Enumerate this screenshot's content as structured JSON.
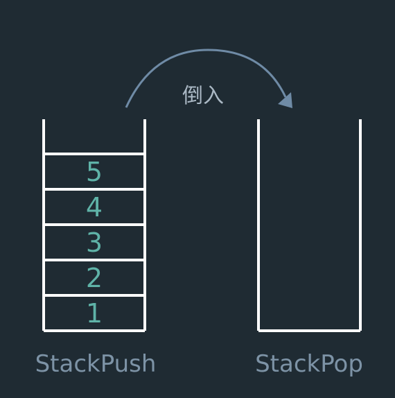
{
  "labels": {
    "push_stack": "StackPush",
    "pop_stack": "StackPop",
    "transfer": "倒入"
  },
  "push_stack_items": [
    "5",
    "4",
    "3",
    "2",
    "1"
  ],
  "pop_stack_items": [],
  "colors": {
    "background": "#1f2b33",
    "lines": "#ffffff",
    "numbers": "#5fb3a8",
    "captions": "#7d93a6",
    "arrow": "#6f8ba6"
  },
  "icons": [
    "curved-arrow-icon"
  ]
}
